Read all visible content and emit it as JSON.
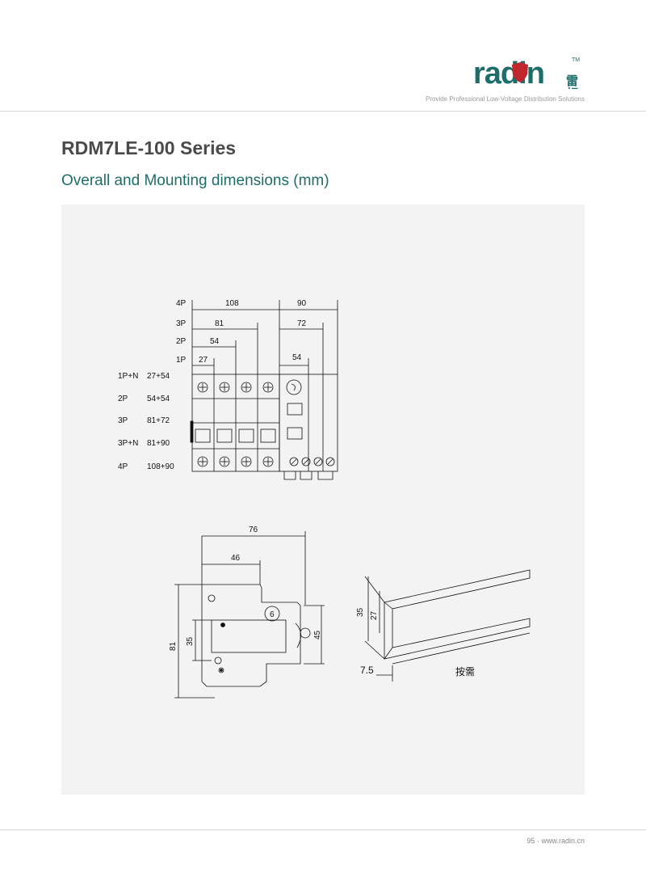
{
  "header": {
    "logo_text": "radin",
    "logo_cn": "雷顿",
    "trademark": "TM",
    "tagline": "Provide Professional Low-Voltage Distribution Solutions",
    "brand_color": "#1d6e6a",
    "accent_color": "#c0272d"
  },
  "page": {
    "title": "RDM7LE-100 Series",
    "subtitle": "Overall and Mounting dimensions (mm)"
  },
  "drawing_front": {
    "pole_labels": [
      "4P",
      "3P",
      "2P",
      "1P"
    ],
    "breaker_widths": [
      "108",
      "81",
      "54",
      "27"
    ],
    "rcd_widths": [
      "90",
      "72",
      "54"
    ],
    "combos": [
      {
        "poles": "1P+N",
        "dims": "27+54"
      },
      {
        "poles": "2P",
        "dims": "54+54"
      },
      {
        "poles": "3P",
        "dims": "81+72"
      },
      {
        "poles": "3P+N",
        "dims": "81+90"
      },
      {
        "poles": "4P",
        "dims": "108+90"
      }
    ]
  },
  "drawing_side": {
    "width_total": "76",
    "width_front": "46",
    "height_total": "81",
    "height_window": "35",
    "height_right": "45",
    "badge": "6"
  },
  "drawing_rail": {
    "height_outer": "35",
    "height_inner": "27",
    "flange": "7.5",
    "length_label": "按需"
  },
  "footer": {
    "page_number": "95",
    "separator": "·",
    "website": "www.radin.cn"
  }
}
